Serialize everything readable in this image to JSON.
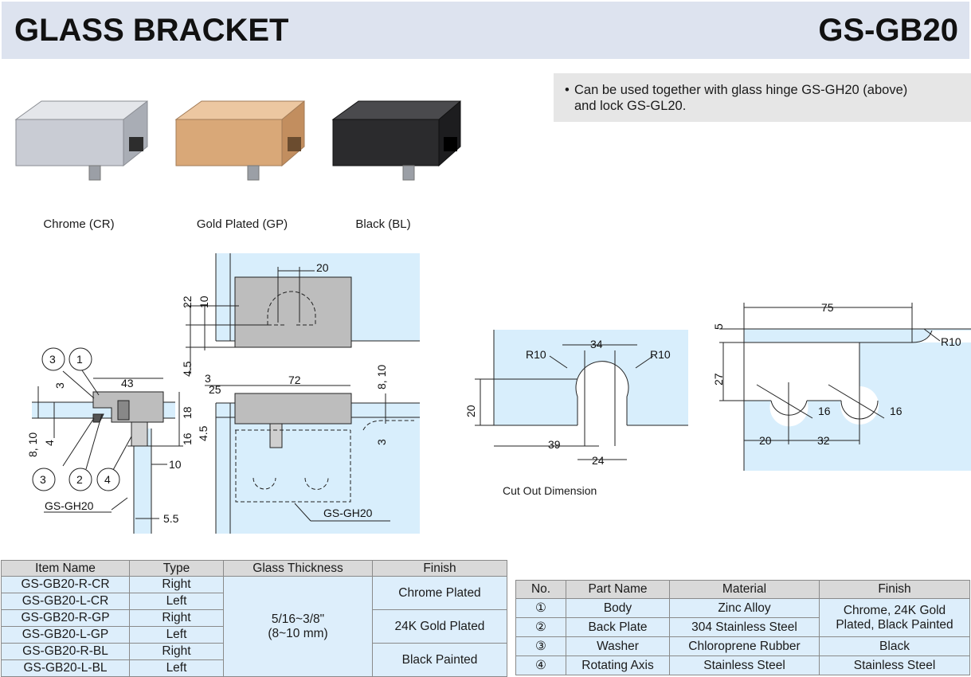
{
  "header": {
    "title": "GLASS BRACKET",
    "model": "GS-GB20"
  },
  "note": {
    "bullet": "•",
    "line1": "Can be used together with glass hinge GS-GH20 (above)",
    "line2": "and lock GS-GL20."
  },
  "products": [
    {
      "label": "Chrome (CR)",
      "color": "#c9ccd4"
    },
    {
      "label": "Gold Plated (GP)",
      "color": "#d9a878"
    },
    {
      "label": "Black (BL)",
      "color": "#2b2b2d"
    }
  ],
  "drawings": {
    "side": {
      "callouts": [
        "3",
        "1",
        "3",
        "2",
        "4"
      ],
      "dims": [
        "43",
        "3",
        "18",
        "16",
        "8, 10",
        "4",
        "10",
        "5.5"
      ],
      "ref": "GS-GH20"
    },
    "top": {
      "dims": [
        "20",
        "22",
        "10",
        "4.5"
      ]
    },
    "front": {
      "dims": [
        "72",
        "3",
        "25",
        "8, 10",
        "4.5",
        "3"
      ],
      "ref": "GS-GH20"
    },
    "cutout": {
      "dims": [
        "34",
        "R10",
        "R10",
        "20",
        "39",
        "24"
      ],
      "caption": "Cut Out Dimension"
    },
    "hinge_cut": {
      "dims": [
        "75",
        "5",
        "R10",
        "27",
        "16",
        "16",
        "20",
        "32"
      ]
    }
  },
  "items_table": {
    "headers": [
      "Item Name",
      "Type",
      "Glass Thickness",
      "Finish"
    ],
    "rows": [
      {
        "name": "GS-GB20-R-CR",
        "type": "Right"
      },
      {
        "name": "GS-GB20-L-CR",
        "type": "Left"
      },
      {
        "name": "GS-GB20-R-GP",
        "type": "Right"
      },
      {
        "name": "GS-GB20-L-GP",
        "type": "Left"
      },
      {
        "name": "GS-GB20-R-BL",
        "type": "Right"
      },
      {
        "name": "GS-GB20-L-BL",
        "type": "Left"
      }
    ],
    "thickness_line1": "5/16~3/8\"",
    "thickness_line2": "(8~10 mm)",
    "finishes": [
      "Chrome Plated",
      "24K Gold Plated",
      "Black Painted"
    ]
  },
  "parts_table": {
    "headers": [
      "No.",
      "Part Name",
      "Material",
      "Finish"
    ],
    "rows": [
      {
        "no": "①",
        "name": "Body",
        "material": "Zinc Alloy"
      },
      {
        "no": "②",
        "name": "Back Plate",
        "material": "304 Stainless Steel"
      },
      {
        "no": "③",
        "name": "Washer",
        "material": "Chloroprene Rubber",
        "finish": "Black"
      },
      {
        "no": "④",
        "name": "Rotating Axis",
        "material": "Stainless Steel",
        "finish": "Stainless Steel"
      }
    ],
    "shared_finish_line1": "Chrome, 24K Gold",
    "shared_finish_line2": "Plated, Black Painted"
  }
}
